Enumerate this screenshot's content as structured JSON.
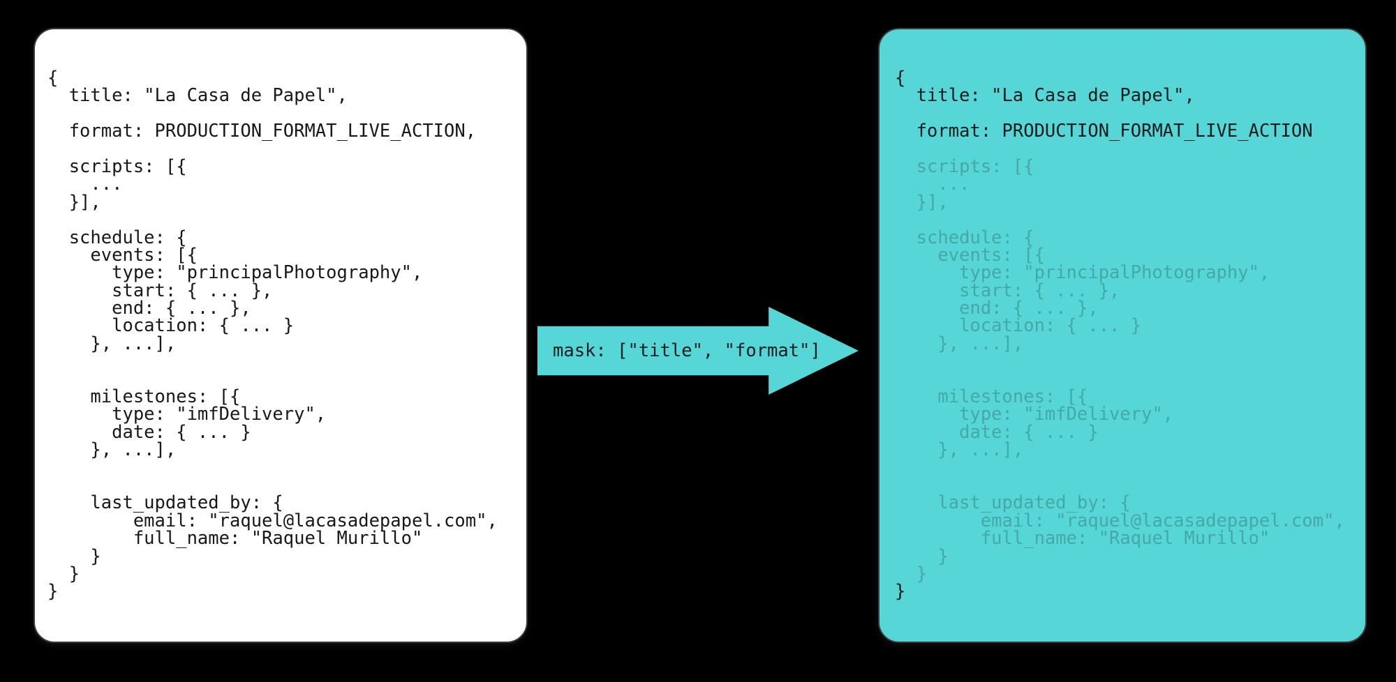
{
  "background_color": "#000000",
  "accent_color": "#56d6d6",
  "source_card": {
    "name": "unmasked-production-record",
    "background_color": "#ffffff",
    "text_color": "#181818",
    "lines": [
      "{",
      "  title: \"La Casa de Papel\",",
      "",
      "  format: PRODUCTION_FORMAT_LIVE_ACTION,",
      "",
      "  scripts: [{",
      "    ...",
      "  }],",
      "",
      "  schedule: {",
      "    events: [{",
      "      type: \"principalPhotography\",",
      "      start: { ... },",
      "      end: { ... },",
      "      location: { ... }",
      "    }, ...],",
      "",
      "",
      "    milestones: [{",
      "      type: \"imfDelivery\",",
      "      date: { ... }",
      "    }, ...],",
      "",
      "",
      "    last_updated_by: {",
      "        email: \"raquel@lacasadepapel.com\",",
      "        full_name: \"Raquel Murillo\"",
      "    }",
      "  }",
      "}"
    ]
  },
  "mask_arrow": {
    "name": "mask-operation-arrow",
    "label": "mask: [\"title\", \"format\"]",
    "color": "#56d6d6",
    "direction": "right",
    "masked_fields": [
      "title",
      "format"
    ]
  },
  "masked_card": {
    "name": "masked-production-record",
    "background_color": "#56d6d6",
    "kept_text_color": "#111c1c",
    "masked_text_color": "rgba(22,40,40,0.26)",
    "lines": [
      {
        "text": "{",
        "kept": true
      },
      {
        "text": "  title: \"La Casa de Papel\",",
        "kept": true
      },
      {
        "text": "",
        "kept": true
      },
      {
        "text": "  format: PRODUCTION_FORMAT_LIVE_ACTION",
        "kept": true
      },
      {
        "text": "",
        "kept": false
      },
      {
        "text": "  scripts: [{",
        "kept": false
      },
      {
        "text": "    ...",
        "kept": false
      },
      {
        "text": "  }],",
        "kept": false
      },
      {
        "text": "",
        "kept": false
      },
      {
        "text": "  schedule: {",
        "kept": false
      },
      {
        "text": "    events: [{",
        "kept": false
      },
      {
        "text": "      type: \"principalPhotography\",",
        "kept": false
      },
      {
        "text": "      start: { ... },",
        "kept": false
      },
      {
        "text": "      end: { ... },",
        "kept": false
      },
      {
        "text": "      location: { ... }",
        "kept": false
      },
      {
        "text": "    }, ...],",
        "kept": false
      },
      {
        "text": "",
        "kept": false
      },
      {
        "text": "",
        "kept": false
      },
      {
        "text": "    milestones: [{",
        "kept": false
      },
      {
        "text": "      type: \"imfDelivery\",",
        "kept": false
      },
      {
        "text": "      date: { ... }",
        "kept": false
      },
      {
        "text": "    }, ...],",
        "kept": false
      },
      {
        "text": "",
        "kept": false
      },
      {
        "text": "",
        "kept": false
      },
      {
        "text": "    last_updated_by: {",
        "kept": false
      },
      {
        "text": "        email: \"raquel@lacasadepapel.com\",",
        "kept": false
      },
      {
        "text": "        full_name: \"Raquel Murillo\"",
        "kept": false
      },
      {
        "text": "    }",
        "kept": false
      },
      {
        "text": "  }",
        "kept": false
      },
      {
        "text": "}",
        "kept": true
      }
    ]
  }
}
